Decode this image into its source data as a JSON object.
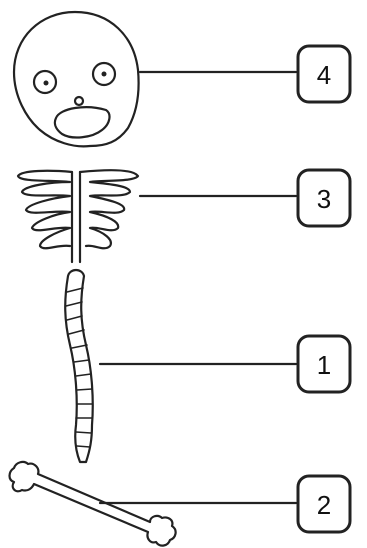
{
  "diagram": {
    "items": [
      {
        "part": "skull",
        "number": "4"
      },
      {
        "part": "ribcage",
        "number": "3"
      },
      {
        "part": "spine",
        "number": "1"
      },
      {
        "part": "bone",
        "number": "2"
      }
    ]
  }
}
